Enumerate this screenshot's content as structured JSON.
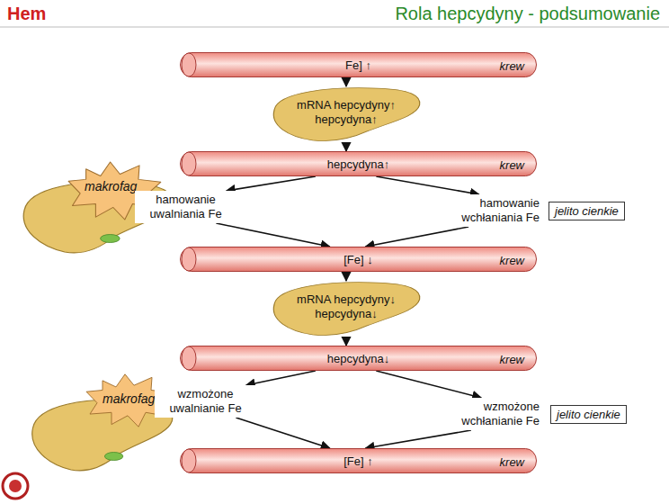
{
  "diagram": {
    "title": "Rola hepcydyny - podsumowanie",
    "nodes": [
      {
        "text": [
          "Fe] ↑",
          "krew"
        ]
      },
      {
        "text": [
          "mRNA hepcydyny↑",
          "hepcydyna↑"
        ]
      },
      {
        "text": [
          "hepcydyna↑",
          "krew"
        ]
      },
      {
        "text": [
          "makrofag"
        ]
      },
      {
        "text": [
          "hamowanie uwalniania Fe"
        ]
      },
      {
        "text": [
          "hamowanie wchłaniania Fe"
        ]
      },
      {
        "text": [
          "jelito cienkie"
        ]
      },
      {
        "text": [
          "[Fe] ↓",
          "krew"
        ]
      },
      {
        "text": [
          "mRNA hepcydyny↓",
          "hepcydyna↓"
        ]
      },
      {
        "text": [
          "hepcydyna↓",
          "krew"
        ]
      },
      {
        "text": [
          "makrofag"
        ]
      },
      {
        "text": [
          "wzmożone uwalnianie Fe"
        ]
      },
      {
        "text": [
          "wzmożone wchłanianie Fe"
        ]
      },
      {
        "text": [
          "jelito cienkie"
        ]
      },
      {
        "text": [
          "[Fe] ↑",
          "krew"
        ]
      }
    ],
    "edges": [
      {
        "from": 0,
        "to": 1,
        "arrow": "to"
      },
      {
        "from": 1,
        "to": 2,
        "arrow": "to"
      },
      {
        "from": 2,
        "to": 4,
        "arrow": "to"
      },
      {
        "from": 2,
        "to": 5,
        "arrow": "to"
      },
      {
        "from": 4,
        "to": 7,
        "arrow": "to"
      },
      {
        "from": 5,
        "to": 7,
        "arrow": "to"
      },
      {
        "from": 7,
        "to": 8,
        "arrow": "to"
      },
      {
        "from": 8,
        "to": 9,
        "arrow": "to"
      },
      {
        "from": 9,
        "to": 11,
        "arrow": "to"
      },
      {
        "from": 9,
        "to": 12,
        "arrow": "to"
      },
      {
        "from": 11,
        "to": 14,
        "arrow": "to"
      },
      {
        "from": 12,
        "to": 14,
        "arrow": "to"
      }
    ],
    "labels": [
      "Hem"
    ]
  }
}
